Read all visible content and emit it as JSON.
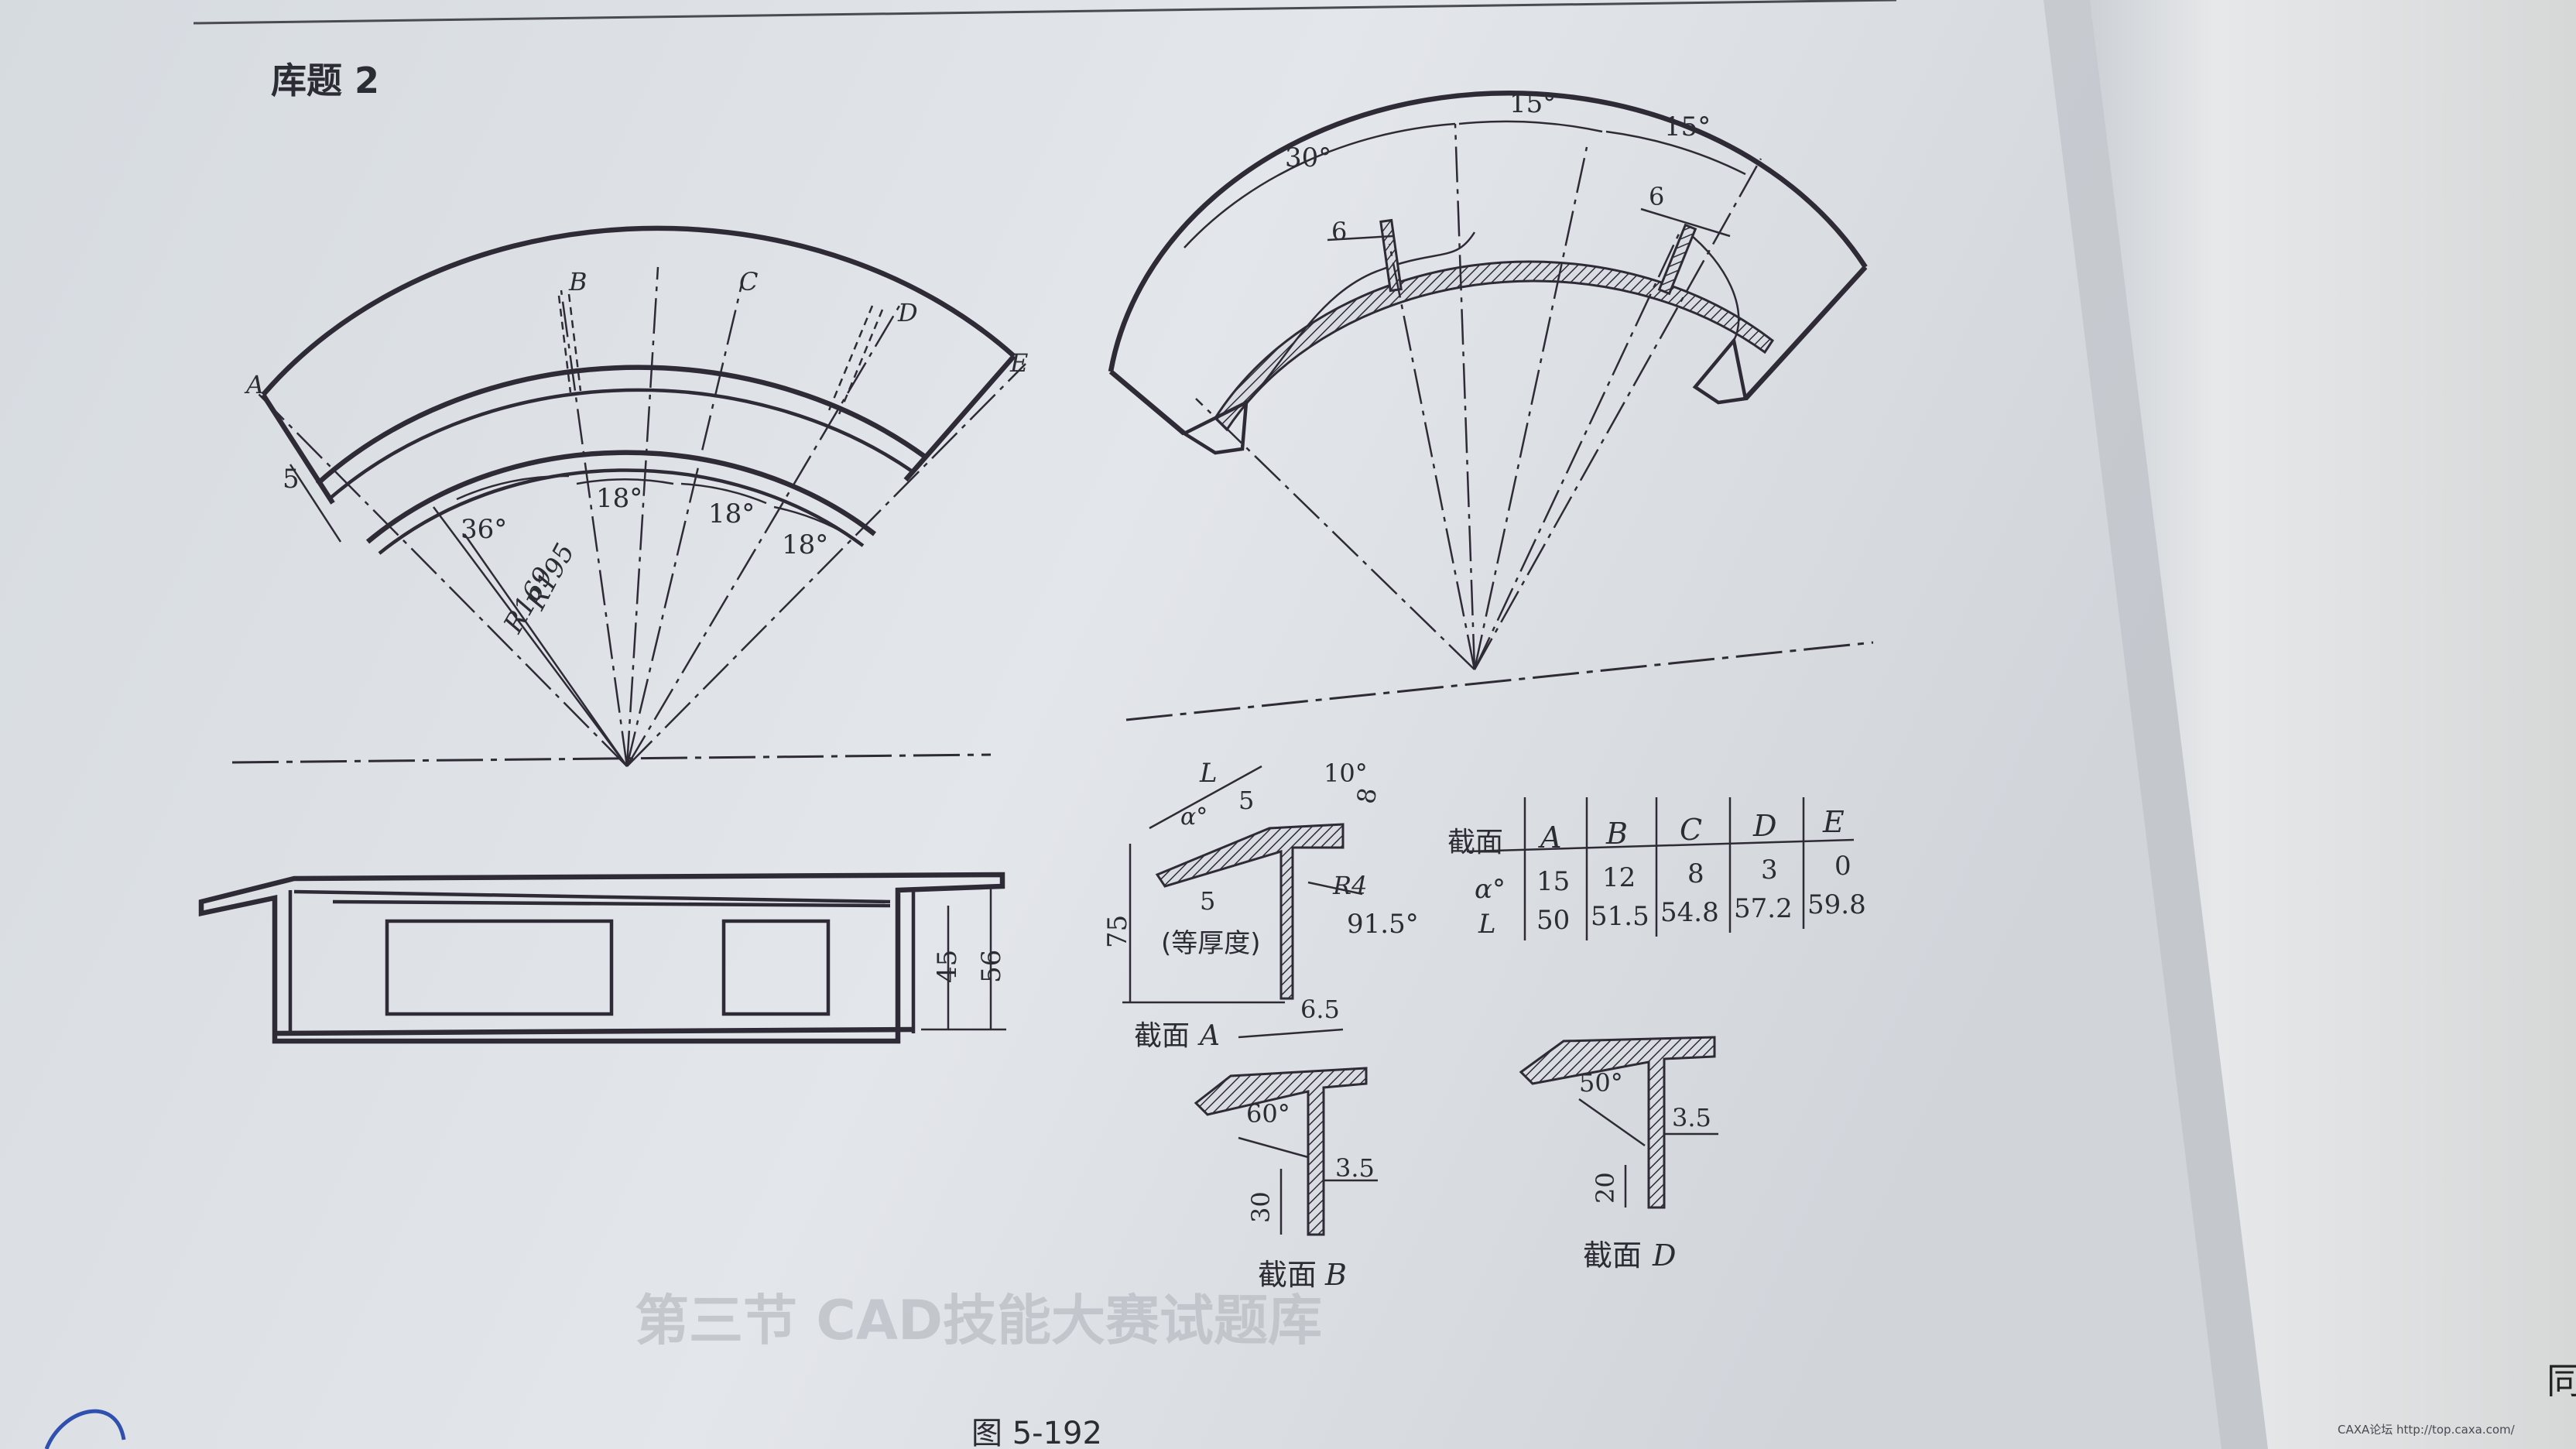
{
  "page": {
    "header": "库题 2",
    "figure_caption": "图 5-192",
    "watermark_line": "CAXA论坛 http://top.caxa.com/",
    "bleed_text": "第三节 CAD技能大赛试题库",
    "corner_mark": "同"
  },
  "view_top_left": {
    "section_labels": [
      "A",
      "B",
      "C",
      "D",
      "E"
    ],
    "dim_wall": "5",
    "dim_angle_36": "36°",
    "dim_angle_18a": "18°",
    "dim_angle_18b": "18°",
    "dim_angle_18c": "18°",
    "dim_r195": "R195",
    "dim_r169": "R169"
  },
  "view_top_right": {
    "dim_30": "30°",
    "dim_15a": "15°",
    "dim_15b": "15°",
    "dim_6a": "6",
    "dim_6b": "6"
  },
  "view_front": {
    "dim_45": "45",
    "dim_56": "56"
  },
  "section_a": {
    "dim_L": "L",
    "dim_alpha": "α°",
    "dim_5top": "5",
    "dim_10": "10°",
    "dim_8": "8",
    "dim_r4": "R4",
    "dim_5b": "5",
    "dim_75": "75",
    "note": "(等厚度)",
    "dim_915": "91.5°",
    "dim_65": "6.5",
    "title": "截面",
    "title_letter": "A"
  },
  "section_b": {
    "dim_60": "60°",
    "dim_35": "3.5",
    "dim_30": "30",
    "title": "截面",
    "title_letter": "B"
  },
  "section_d": {
    "dim_50": "50°",
    "dim_35": "3.5",
    "dim_20": "20",
    "title": "截面",
    "title_letter": "D"
  },
  "table": {
    "header_label": "截面",
    "columns": [
      "A",
      "B",
      "C",
      "D",
      "E"
    ],
    "rows": [
      {
        "label": "α°",
        "values": [
          "15",
          "12",
          "8",
          "3",
          "0"
        ]
      },
      {
        "label": "L",
        "values": [
          "50",
          "51.5",
          "54.8",
          "57.2",
          "59.8"
        ]
      }
    ]
  }
}
